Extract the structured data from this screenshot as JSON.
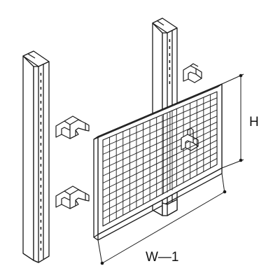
{
  "diagram": {
    "labels": {
      "height": "H",
      "width": "W—1"
    },
    "colors": {
      "line": "#1a1a1a",
      "background": "#ffffff"
    },
    "parts": {
      "left_post": "slotted-upright",
      "right_post": "slotted-upright",
      "panel": "wire-mesh-panel",
      "brackets": "hook-bracket"
    }
  }
}
